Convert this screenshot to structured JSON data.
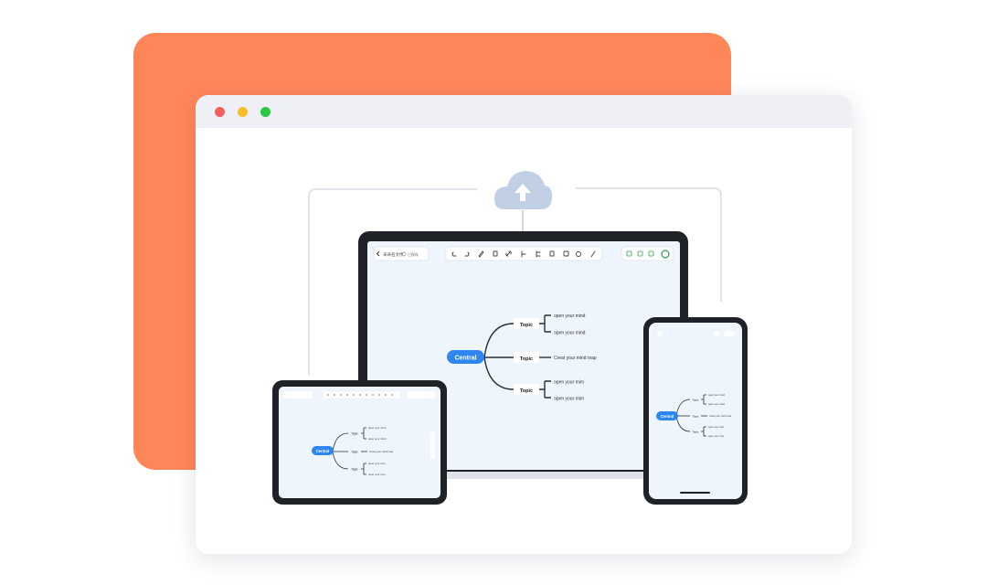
{
  "colors": {
    "accent_orange": "#ff8659",
    "window_bar": "#eef0f5",
    "dot_red": "#f25f5c",
    "dot_yellow": "#f8bd2b",
    "dot_green": "#28c840",
    "cloud": "#c2d0e6",
    "device_frame": "#1f2227",
    "screen_bg": "#eef5fc",
    "central_blue": "#2e86f0",
    "branch": "#2b2f36"
  },
  "icons": {
    "cloud": "cloud-upload-icon",
    "back": "chevron-left-icon",
    "toolbar": [
      "undo-icon",
      "redo-icon",
      "paint-icon",
      "sticker-icon",
      "link-icon",
      "topic-icon",
      "subtopic-icon",
      "summary-icon",
      "boundary-icon",
      "image-icon",
      "emoji-icon"
    ],
    "right_toolbar": [
      "theme-icon",
      "outline-icon",
      "share-icon",
      "user-avatar-icon"
    ]
  },
  "laptop": {
    "header": {
      "title": "未命名文件",
      "status": "已保存"
    },
    "mindmap": {
      "central": "Central",
      "topics": [
        {
          "label": "Topic",
          "children": [
            "open your mind",
            "open your mind"
          ]
        },
        {
          "label": "Topic",
          "children": [
            "Creat your mind map"
          ]
        },
        {
          "label": "Topic",
          "children": [
            "open your mim",
            "open your mim"
          ]
        }
      ]
    }
  },
  "tablet": {
    "mindmap": {
      "central": "Central",
      "topics": [
        {
          "label": "Topic",
          "children": [
            "open your mind",
            "open your mind"
          ]
        },
        {
          "label": "Topic",
          "children": [
            "Creat your mind map"
          ]
        },
        {
          "label": "Topic",
          "children": [
            "open your mim",
            "open your mim"
          ]
        }
      ]
    }
  },
  "phone": {
    "mindmap": {
      "central": "Central",
      "topics": [
        {
          "label": "Topic",
          "children": [
            "open your mind",
            "open your mind"
          ]
        },
        {
          "label": "Topic",
          "children": [
            "Creat your mind map"
          ]
        },
        {
          "label": "Topic",
          "children": [
            "open your mim",
            "open your mim"
          ]
        }
      ]
    }
  }
}
